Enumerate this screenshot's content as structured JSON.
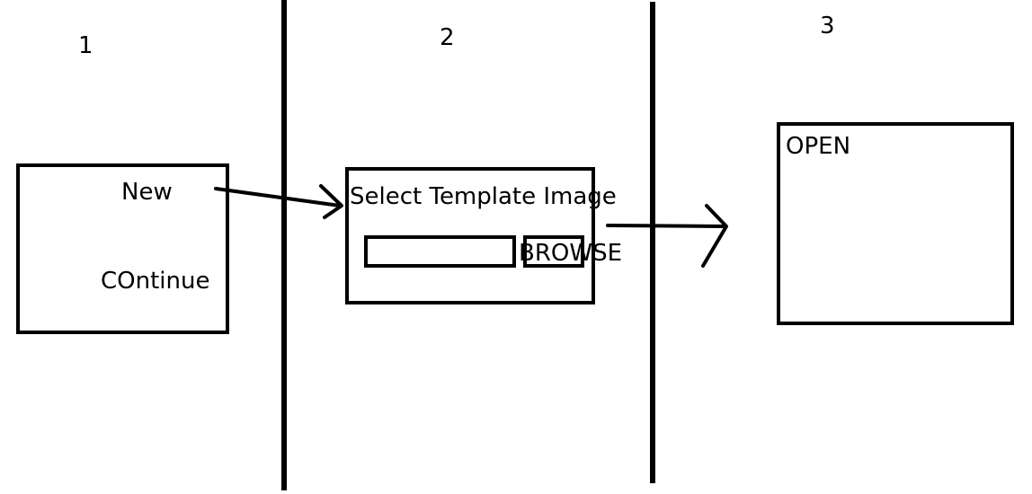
{
  "steps": [
    {
      "number": "1"
    },
    {
      "number": "2"
    },
    {
      "number": "3"
    }
  ],
  "screen1": {
    "new_label": "New",
    "continue_label": "COntinue"
  },
  "screen2": {
    "title": "Select Template Image",
    "browse_label": "BROWSE"
  },
  "screen3": {
    "open_label": "OPEN"
  },
  "colors": {
    "ink": "#000000",
    "background": "#ffffff"
  }
}
